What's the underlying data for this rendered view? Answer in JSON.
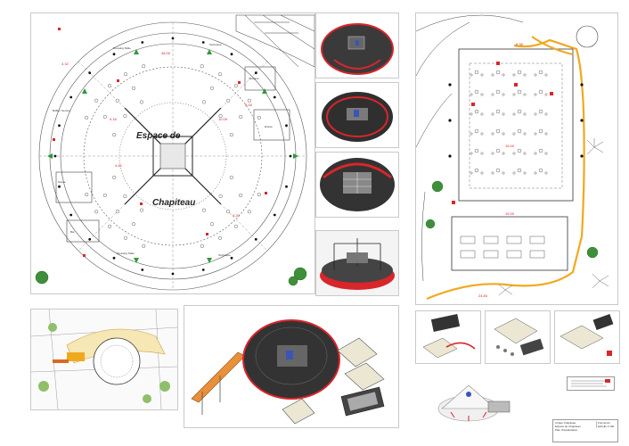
{
  "plan_main": {
    "label_top": "Espace de",
    "label_bottom": "Chapiteau",
    "dims": [
      "48.00",
      "9.18",
      "10.09",
      "3.32",
      "6.18",
      "4.42",
      "5.20"
    ],
    "room_labels": [
      "Dressing Table",
      "Technique",
      "Buffet / Service",
      "Scène",
      "Dressing Table",
      "Technique",
      "Entrée",
      "Bar",
      "Vestiaire"
    ]
  },
  "plan_right": {
    "dims": [
      "8.38",
      "15.00",
      "19.00",
      "24.80"
    ]
  },
  "title_block": {
    "lines": [
      "Cirque Chapiteau",
      "Espace de Chapiteau",
      "Plan d'implantation",
      "Format A1",
      "Echelle 1:100"
    ]
  },
  "colors": {
    "accent_red": "#d8262b",
    "path_orange": "#f0a91f",
    "tent_dark": "#3a3a3a",
    "tree_green": "#3f8f3a",
    "line_gray": "#555555"
  }
}
